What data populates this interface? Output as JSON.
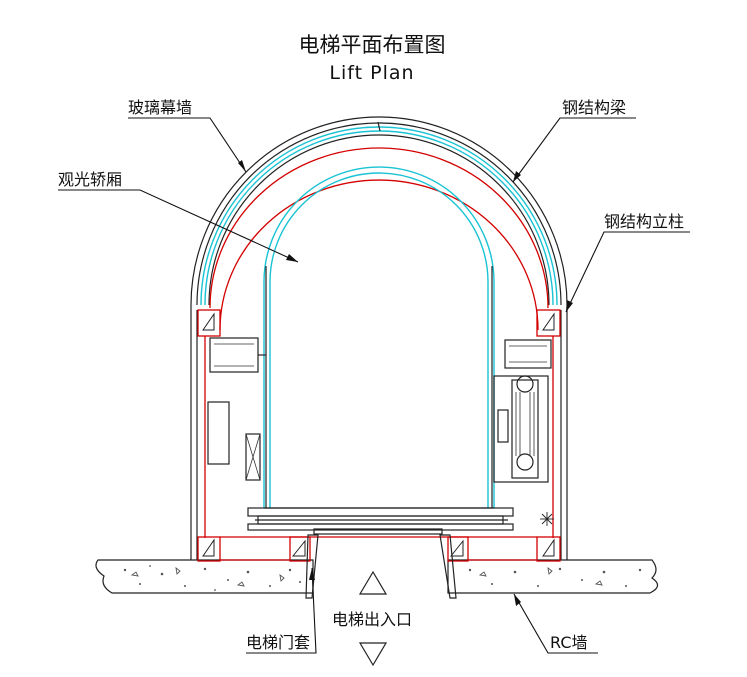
{
  "title": {
    "cn": "电梯平面布置图",
    "en": "Lift Plan"
  },
  "labels": {
    "glass_curtain_wall": "玻璃幕墙",
    "steel_beam": "钢结构梁",
    "observation_car": "观光轿厢",
    "steel_column": "钢结构立柱",
    "lift_entrance": "电梯出入口",
    "door_frame": "电梯门套",
    "rc_wall": "RC墙"
  },
  "colors": {
    "structure_red": "#d40000",
    "glass_cyan": "#19c3d4",
    "line_black": "#222222"
  }
}
